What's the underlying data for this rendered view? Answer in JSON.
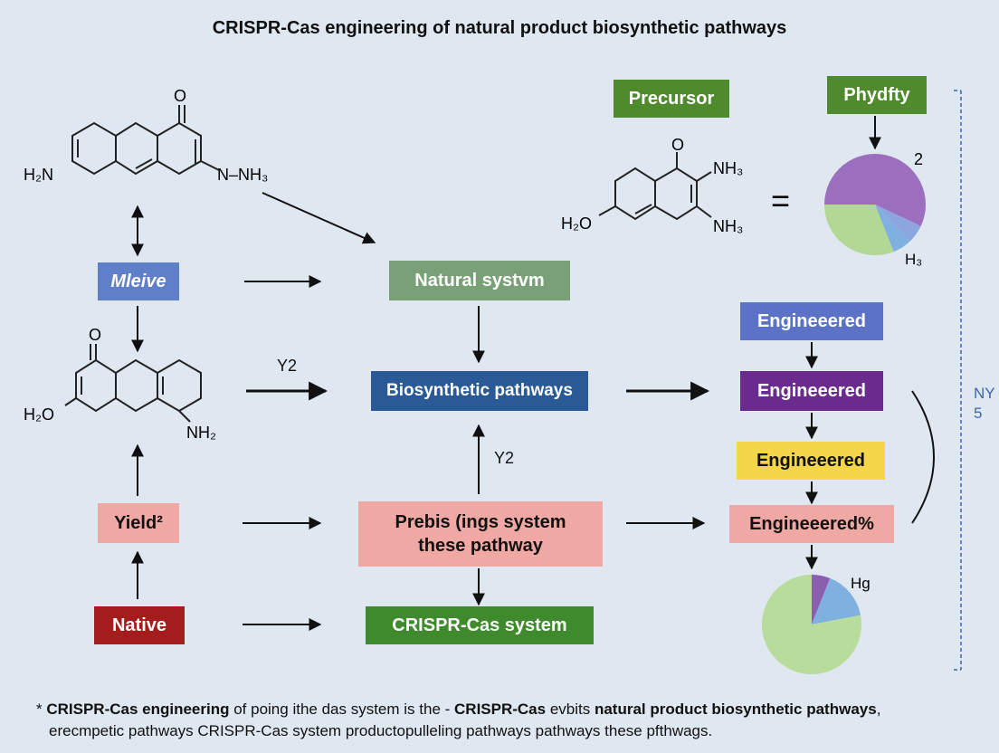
{
  "title": "CRISPR-Cas engineering of natural product biosynthetic pathways",
  "nodes": {
    "precursor": "Precursor",
    "phydfty": "Phydfty",
    "mleive": "Mleive",
    "natural_system": "Natural systvm",
    "biosynthetic_pathways": "Biosynthetic pathways",
    "yield": "Yield²",
    "prebis_line1": "Prebis (ings system",
    "prebis_line2": "these pathway",
    "native": "Native",
    "crispr_cas_system": "CRISPR-Cas system",
    "engineered_1": "Engineeered",
    "engineered_2": "Engineeered",
    "engineered_3": "Engineeered",
    "engineered_4": "Engineeered%"
  },
  "molecules": {
    "mol1": {
      "left_group": "H₂N",
      "right_group": "N–NH₃",
      "top_group": "O"
    },
    "mol2": {
      "left_group": "H₂O",
      "right_group": "NH₂",
      "top_group": "O"
    },
    "mol3": {
      "left_group": "H₂O",
      "right_top": "NH₃",
      "right_bottom": "NH₃",
      "top_group": "O"
    }
  },
  "labels": {
    "y2_left": "Y2",
    "y2_center": "Y2",
    "equals": "=",
    "pie_top_label_2": "2",
    "pie_top_label_h3": "H₃",
    "pie_bottom_label_hg": "Hg",
    "side_ny": "NY",
    "side_5": "5"
  },
  "pies": {
    "top": [
      {
        "value": 0.57,
        "color": "#9b6fbd"
      },
      {
        "value": 0.06,
        "color": "#8ea6e0"
      },
      {
        "value": 0.06,
        "color": "#7fb0e0"
      },
      {
        "value": 0.31,
        "color": "#b3d795"
      }
    ],
    "bottom": [
      {
        "value": 0.06,
        "color": "#8b5fb0"
      },
      {
        "value": 0.16,
        "color": "#7fb0e0"
      },
      {
        "value": 0.78,
        "color": "#b8dc9c"
      }
    ]
  },
  "colors": {
    "precursor": "#4f8a2c",
    "phydfty": "#4f8a2c",
    "mleive": "#5f7fc8",
    "natural_system": "#7aa078",
    "biosynthetic": "#2a5a96",
    "yield": "#f0a8a4",
    "prebis": "#f0a8a4",
    "native": "#a41c1c",
    "crispr": "#3e8a2c",
    "engineered_1": "#5b72c6",
    "engineered_2": "#6a2a8e",
    "engineered_3": "#f5d54a",
    "engineered_4": "#f0a8a4"
  },
  "footnote": {
    "bullet": "* ",
    "p1": "CRISPR-Cas engineering",
    "p2": " of poing ithe das system is the - ",
    "p3": "CRISPR-Cas",
    "p4": " evbits ",
    "p5": "natural product biosynthetic pathways",
    "p6": ",",
    "line2": "erecmpetic pathways CRISPR-Cas system  productopulleling pathways pathways these pfthwags."
  }
}
